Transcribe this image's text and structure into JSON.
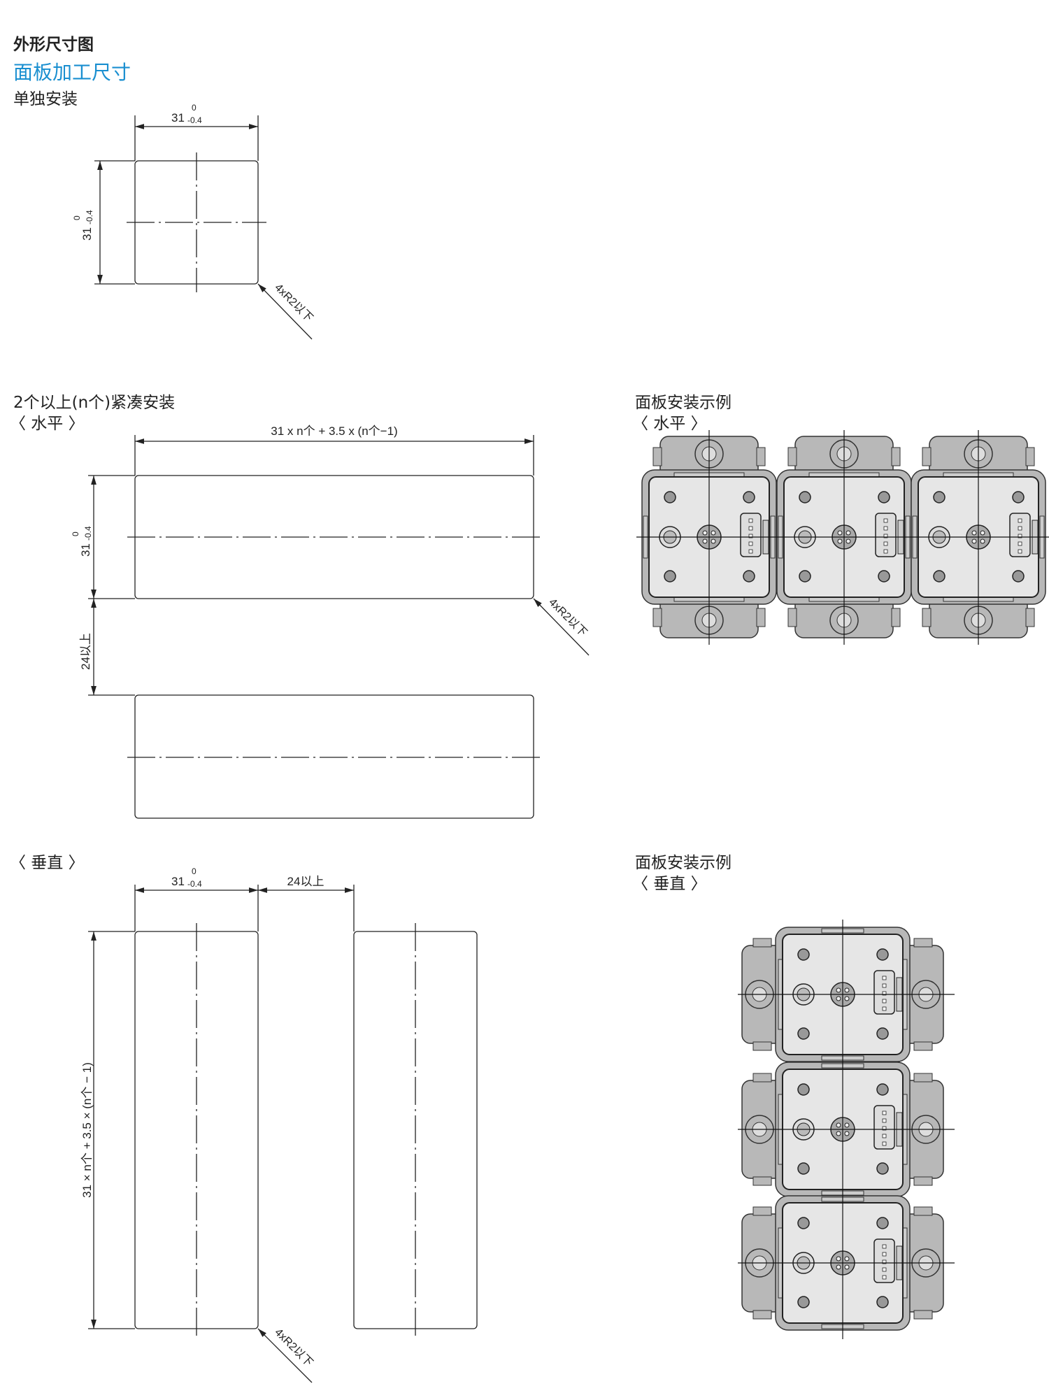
{
  "headings": {
    "title": "外形尺寸图",
    "subtitle": "面板加工尺寸",
    "single": "单独安装",
    "multi": "2个以上(n个)紧凑安装",
    "horizontal": "〈 水平 〉",
    "vertical": "〈 垂直 〉",
    "example": "面板安装示例",
    "example_horizontal": "〈 水平 〉",
    "example_vertical": "〈 垂直 〉"
  },
  "dims": {
    "size_main": "31",
    "tol_upper": "0",
    "tol_lower": "-0.4",
    "corner": "4xR2以下",
    "gap": "24以上",
    "total_h": "31 x n个 + 3.5 x (n个−1)",
    "total_v": "31 × n个 + 3.5 × (n个 − 1)"
  },
  "colors": {
    "accent": "#1a8fd0",
    "frame": "#b8b8b8",
    "panel": "#e6e6e6"
  }
}
